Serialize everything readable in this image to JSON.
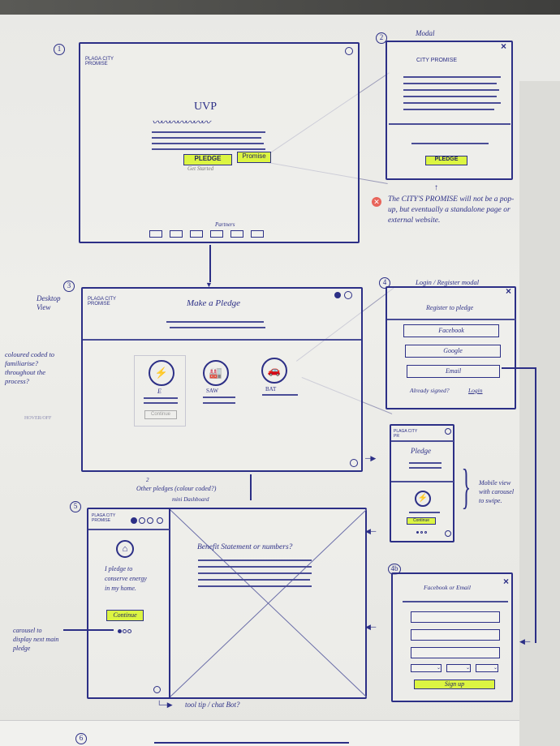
{
  "colors": {
    "ink": "#2c2f86",
    "highlight": "#dcf542",
    "warning": "#e8645a"
  },
  "screen1": {
    "number": "1",
    "logo": "PLAGA CITY PROMISE",
    "title": "UVP",
    "pledge_button": "PLEDGE",
    "promise_button": "Promise",
    "sub_label": "Get Started",
    "partners_label": "Partners",
    "partner_count": 6
  },
  "screen2": {
    "number": "2",
    "label": "Modal",
    "title": "CITY PROMISE",
    "pledge_button": "PLEDGE",
    "close": "×",
    "note": "The CITY'S PROMISE will not be a pop-up, but eventually a standalone page or external website."
  },
  "screen3": {
    "number": "3",
    "label": "Desktop View",
    "logo": "PLAGA CITY PROMISE",
    "title": "Make a Pledge",
    "pledges": [
      {
        "icon": "⚡",
        "label": "E"
      },
      {
        "icon": "🏭",
        "label": "SAW"
      },
      {
        "icon": "🚗",
        "label": "BAT"
      }
    ],
    "continue_button": "Continue",
    "note_colour": "coloured coded to familiarise? throughout the process?",
    "note_hover": "HOVER/OFF"
  },
  "screen4": {
    "number": "4",
    "label": "Login / Register modal",
    "title": "Register to pledge",
    "buttons": [
      "Facebook",
      "Google",
      "Email"
    ],
    "already_text": "Already signed?",
    "login_link": "Login",
    "close": "×"
  },
  "mobile": {
    "logo": "PLAGA CITY PR",
    "title": "Pledge",
    "continue_button": "Continue",
    "note": "Mobile view with carousel to swipe."
  },
  "screen4b": {
    "number": "4b",
    "title": "Facebook or Email",
    "signup_button": "Sign up",
    "close": "×"
  },
  "screen5": {
    "number": "5",
    "logo": "PLAGA CITY PROMISE",
    "annotation_count": "2",
    "annotation_other": "Other pledges (colour coded?)",
    "annotation_dashboard": "mini Dashboard",
    "pledge_text": "I pledge to conserve energy in my home.",
    "continue_button": "Continue",
    "benefit_title": "Benefit Statement or numbers?",
    "note_carousel": "carousel to display next main pledge",
    "note_tooltip": "tool tip / chat Bot?"
  },
  "screen6": {
    "number": "6"
  }
}
